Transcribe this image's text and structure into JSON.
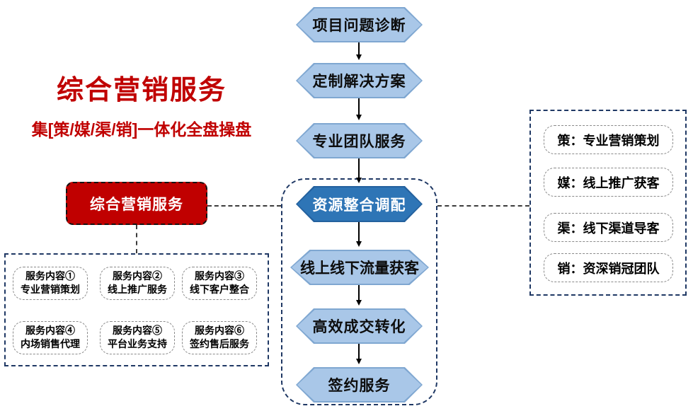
{
  "header": {
    "title": "综合营销服务",
    "subtitle": "集[策/媒/渠/销]一体化全盘操盘"
  },
  "highlight": {
    "label": "综合营销服务"
  },
  "flow": {
    "steps": [
      {
        "label": "项目问题诊断",
        "emphasis": false
      },
      {
        "label": "定制解决方案",
        "emphasis": false
      },
      {
        "label": "专业团队服务",
        "emphasis": false
      },
      {
        "label": "资源整合调配",
        "emphasis": true
      },
      {
        "label": "线上线下流量获客",
        "emphasis": false
      },
      {
        "label": "高效成交转化",
        "emphasis": false
      },
      {
        "label": "签约服务",
        "emphasis": false
      }
    ]
  },
  "services": {
    "items": [
      {
        "line1": "服务内容①",
        "line2": "专业营销策划"
      },
      {
        "line1": "服务内容②",
        "line2": "线上推广服务"
      },
      {
        "line1": "服务内容③",
        "line2": "线下客户整合"
      },
      {
        "line1": "服务内容④",
        "line2": "内场销售代理"
      },
      {
        "line1": "服务内容⑤",
        "line2": "平台业务支持"
      },
      {
        "line1": "服务内容⑥",
        "line2": "签约售后服务"
      }
    ]
  },
  "legend": {
    "items": [
      {
        "label": "策：专业营销策划"
      },
      {
        "label": "媒：线上推广获客"
      },
      {
        "label": "渠：线下渠道导客"
      },
      {
        "label": "销：资深销冠团队"
      }
    ]
  },
  "colors": {
    "accent_red": "#C00000",
    "hex_light_fill": "#A9C7E8",
    "hex_dark_fill": "#2E75B6",
    "frame_dash_navy": "#1F3864",
    "item_dash_gray": "#8a8a8a"
  }
}
